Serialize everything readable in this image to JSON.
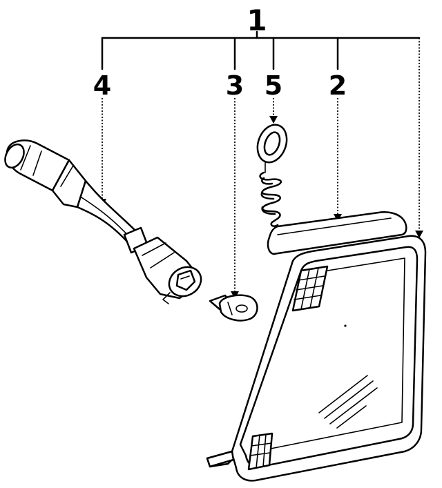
{
  "diagram": {
    "callouts": [
      {
        "id": "1",
        "label": "1"
      },
      {
        "id": "2",
        "label": "2"
      },
      {
        "id": "3",
        "label": "3"
      },
      {
        "id": "4",
        "label": "4"
      },
      {
        "id": "5",
        "label": "5"
      }
    ],
    "parts": [
      {
        "callout": "2",
        "icon": "lens-trim-strip-icon"
      },
      {
        "callout": "3",
        "icon": "wedge-bulb-icon"
      },
      {
        "callout": "4",
        "icon": "bulb-socket-harness-icon"
      },
      {
        "callout": "5",
        "icon": "spring-clip-icon"
      },
      {
        "callout": "1",
        "icon": "marker-lamp-housing-icon"
      }
    ]
  }
}
